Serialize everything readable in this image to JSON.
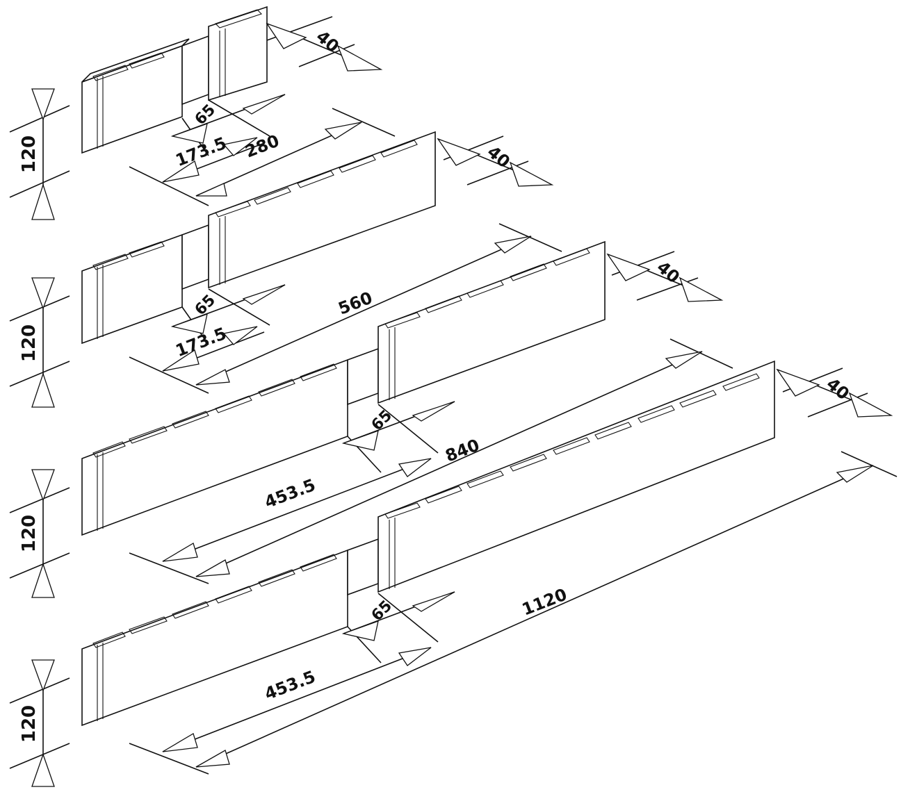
{
  "colors": {
    "ink": "#111111",
    "paper": "#ffffff"
  },
  "profiles": [
    {
      "id": "p1",
      "dims": {
        "height": "120",
        "depth": "40",
        "gap": "65",
        "left_length": "173.5",
        "right_length": "280"
      }
    },
    {
      "id": "p2",
      "dims": {
        "height": "120",
        "depth": "40",
        "gap": "65",
        "left_length": "173.5",
        "total_length": "560"
      }
    },
    {
      "id": "p3",
      "dims": {
        "height": "120",
        "depth": "40",
        "gap": "65",
        "left_length": "453.5",
        "total_length": "840"
      }
    },
    {
      "id": "p4",
      "dims": {
        "height": "120",
        "gap": "65",
        "left_length": "453.5",
        "total_length": "1120"
      }
    }
  ]
}
